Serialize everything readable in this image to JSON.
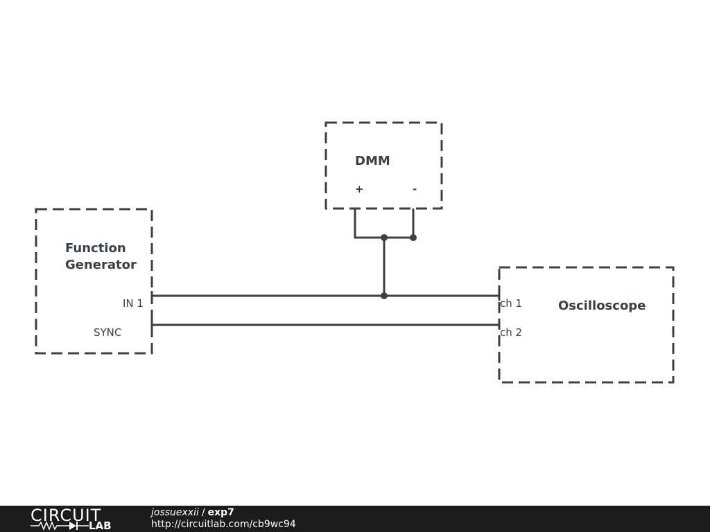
{
  "components": {
    "function_generator": {
      "title_line1": "Function",
      "title_line2": "Generator",
      "pin_in1": "IN 1",
      "pin_sync": "SYNC"
    },
    "dmm": {
      "title": "DMM",
      "pin_plus": "+",
      "pin_minus": "-"
    },
    "oscilloscope": {
      "title": "Oscilloscope",
      "pin_ch1": "ch 1",
      "pin_ch2": "ch 2"
    }
  },
  "footer": {
    "logo_top": "CIRCUIT",
    "logo_bottom": "LAB",
    "user": "jossuexxii",
    "separator": "/",
    "project": "exp7",
    "url": "http://circuitlab.com/cb9wc94"
  }
}
